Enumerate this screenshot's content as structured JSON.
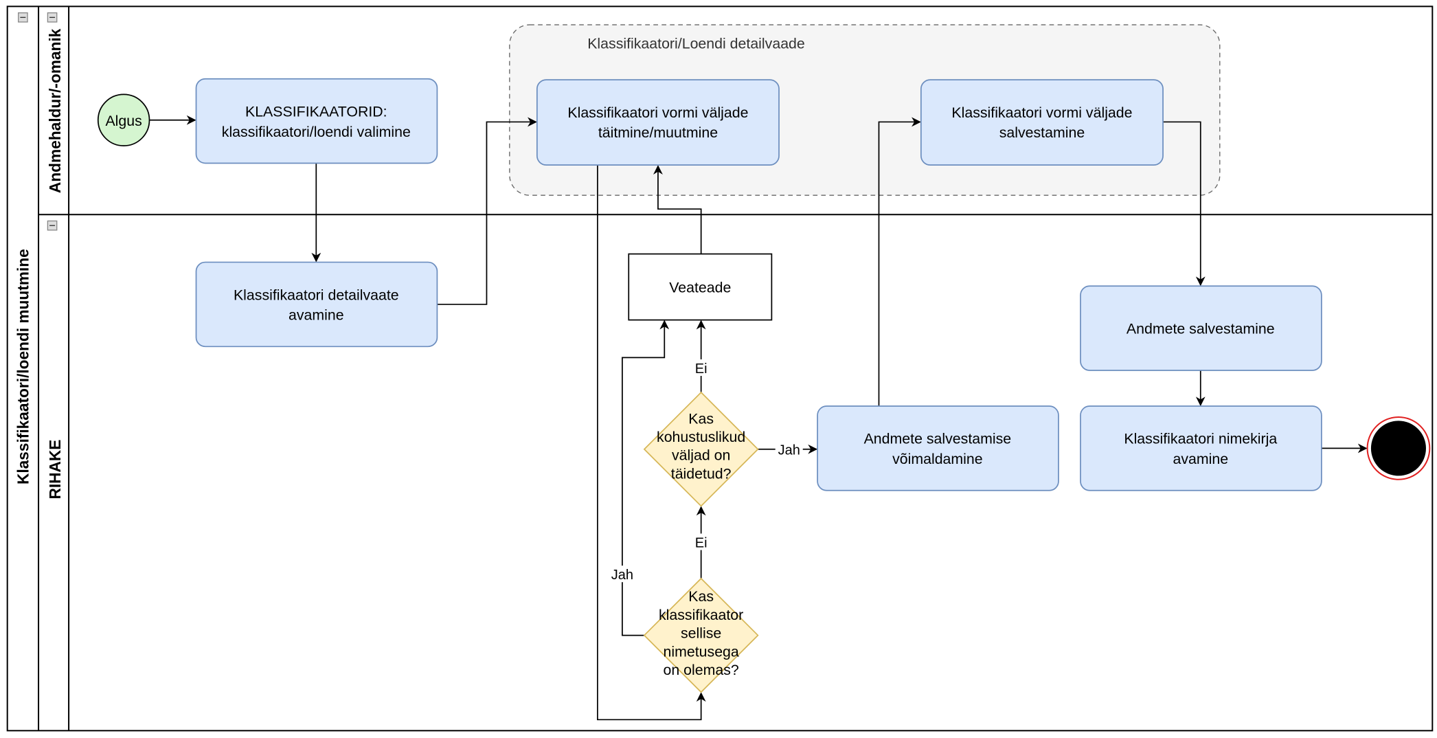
{
  "pool": {
    "title": "Klassifikaatori/loendi muutmine"
  },
  "lanes": [
    {
      "title": "Andmehaldur/-omanik"
    },
    {
      "title": "RIHAKE"
    }
  ],
  "group": {
    "label": "Klassifikaatori/Loendi detailvaade"
  },
  "nodes": {
    "start": "Algus",
    "select": [
      "KLASSIFIKAATORID:",
      "klassifikaatori/loendi valimine"
    ],
    "open_detail": [
      "Klassifikaatori detailvaate",
      "avamine"
    ],
    "fill_form": [
      "Klassifikaatori vormi väljade",
      "täitmine/muutmine"
    ],
    "save_form": [
      "Klassifikaatori vormi väljade",
      "salvestamine"
    ],
    "error": "Veateade",
    "decision_required": [
      "Kas",
      "kohustuslikud",
      "väljad on",
      "täidetud?"
    ],
    "decision_exists": [
      "Kas",
      "klassifikaator",
      "sellise",
      "nimetusega",
      "on olemas?"
    ],
    "enable_save": [
      "Andmete salvestamise",
      "võimaldamine"
    ],
    "save_data": "Andmete salvestamine",
    "open_list": [
      "Klassifikaatori nimekirja",
      "avamine"
    ]
  },
  "edge_labels": {
    "no1": "Ei",
    "no2": "Ei",
    "yes1": "Jah",
    "yes2": "Jah"
  },
  "colors": {
    "task_fill": "#dae8fc",
    "task_stroke": "#6c8ebf",
    "decision_fill": "#fff2cc",
    "decision_stroke": "#d6b656",
    "start_fill": "#d5f5d0",
    "end_ring": "#e02020",
    "group_fill": "#f5f5f5"
  }
}
